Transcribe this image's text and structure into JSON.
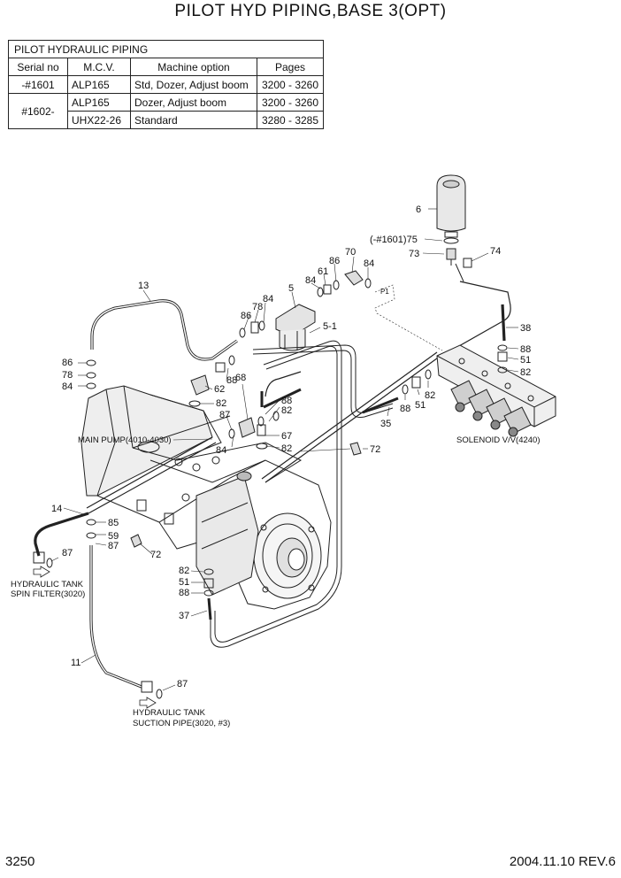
{
  "header": {
    "title": "PILOT HYD PIPING,BASE 3(OPT)"
  },
  "table": {
    "caption": "PILOT HYDRAULIC PIPING",
    "columns": [
      "Serial no",
      "M.C.V.",
      "Machine option",
      "Pages"
    ],
    "rows": [
      {
        "serial": "-#1601",
        "mcv": "ALP165",
        "option": "Std, Dozer, Adjust boom",
        "pages": "3200 - 3260"
      },
      {
        "serial": "#1602-",
        "mcv": "ALP165",
        "option": "Dozer, Adjust boom",
        "pages": "3200 - 3260"
      },
      {
        "serial": "",
        "mcv": "UHX22-26",
        "option": "Standard",
        "pages": "3280 - 3285"
      }
    ]
  },
  "labels": {
    "main_pump": "MAIN PUMP(4010-4030)",
    "solenoid": "SOLENOID V/V(4240)",
    "tank_spin_1": "HYDRAULIC TANK",
    "tank_spin_2": "SPIN FILTER(3020)",
    "tank_suction_1": "HYDRAULIC TANK",
    "tank_suction_2": "SUCTION PIPE(3020, #3)",
    "p1": "P1"
  },
  "callouts": {
    "c6": "6",
    "c75": "(-#1601)75",
    "c73": "73",
    "c74": "74",
    "c70": "70",
    "c84a": "84",
    "c86a": "86",
    "c61": "61",
    "c84b": "84",
    "c5": "5",
    "c5_1": "5-1",
    "c84c": "84",
    "c78a": "78",
    "c86b": "86",
    "c13": "13",
    "c38": "38",
    "c88a": "88",
    "c51a": "51",
    "c82a": "82",
    "c86c": "86",
    "c78b": "78",
    "c84d": "84",
    "c88b": "88",
    "c62": "62",
    "c82b": "82",
    "c68": "68",
    "c87a": "87",
    "c88c": "88",
    "c82c": "82",
    "c82d": "82",
    "c88d": "88",
    "c51b": "51",
    "c35": "35",
    "c67": "67",
    "c82e": "82",
    "c72a": "72",
    "c84e": "84",
    "c14": "14",
    "c85": "85",
    "c59": "59",
    "c87b": "87",
    "c72b": "72",
    "c87c": "87",
    "c82f": "82",
    "c51c": "51",
    "c88e": "88",
    "c37": "37",
    "c11": "11",
    "c87d": "87"
  },
  "footer": {
    "page": "3250",
    "date_rev": "2004.11.10  REV.6"
  }
}
